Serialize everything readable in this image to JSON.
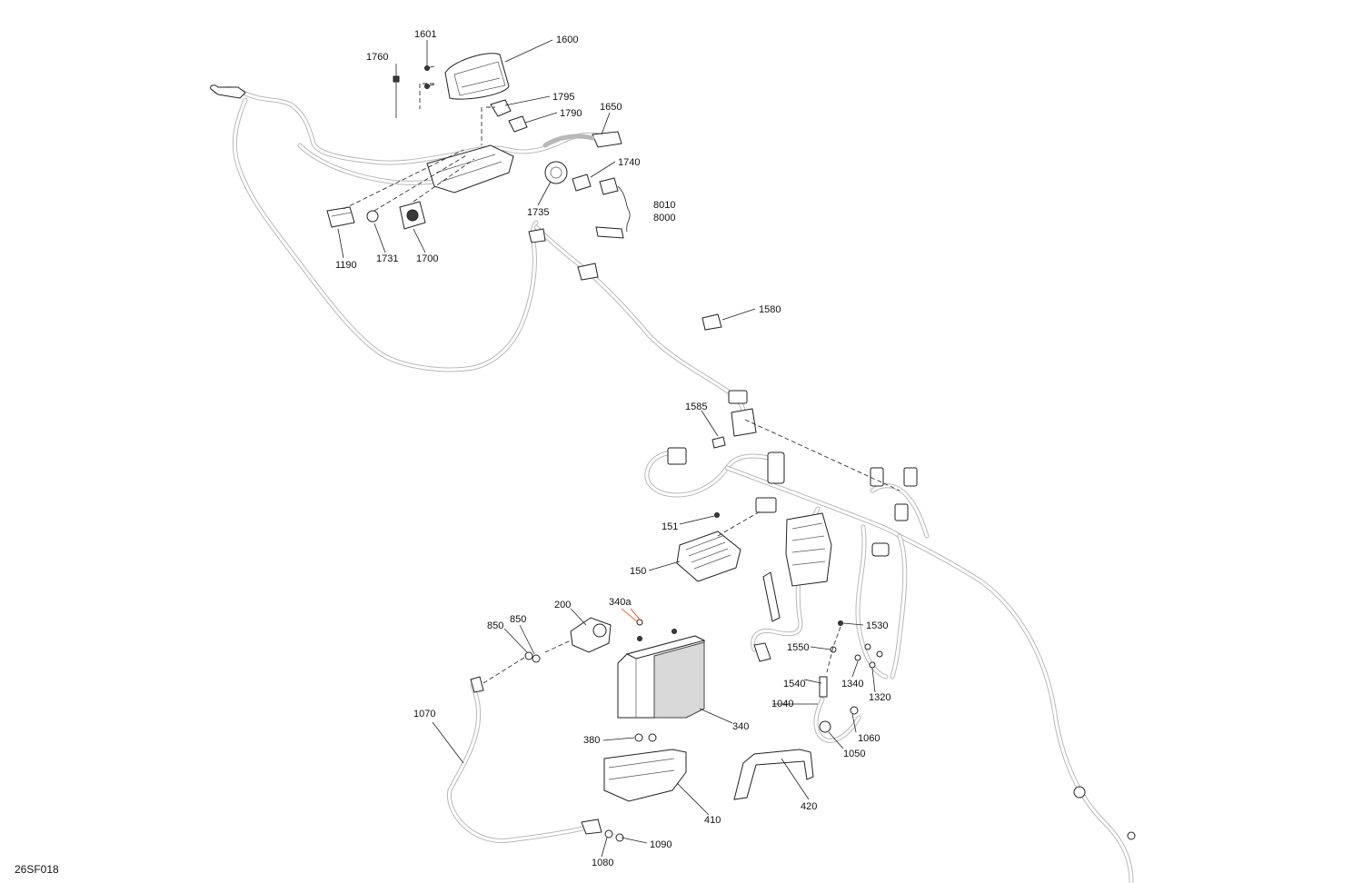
{
  "diagram": {
    "drawing_code": "26SF018",
    "callouts": [
      {
        "id": "c1601",
        "text": "1601"
      },
      {
        "id": "c1600",
        "text": "1600"
      },
      {
        "id": "c1760",
        "text": "1760"
      },
      {
        "id": "c1795",
        "text": "1795"
      },
      {
        "id": "c1790",
        "text": "1790"
      },
      {
        "id": "c1650",
        "text": "1650"
      },
      {
        "id": "c1740",
        "text": "1740"
      },
      {
        "id": "c8010",
        "text": "8010"
      },
      {
        "id": "c8000",
        "text": "8000"
      },
      {
        "id": "c1735",
        "text": "1735"
      },
      {
        "id": "c1190",
        "text": "1190"
      },
      {
        "id": "c1731",
        "text": "1731"
      },
      {
        "id": "c1700",
        "text": "1700"
      },
      {
        "id": "c1580",
        "text": "1580"
      },
      {
        "id": "c1585",
        "text": "1585"
      },
      {
        "id": "c151",
        "text": "151"
      },
      {
        "id": "c150",
        "text": "150"
      },
      {
        "id": "c200",
        "text": "200"
      },
      {
        "id": "c340a",
        "text": "340a"
      },
      {
        "id": "c850a",
        "text": "850"
      },
      {
        "id": "c850b",
        "text": "850"
      },
      {
        "id": "c1530",
        "text": "1530"
      },
      {
        "id": "c1550",
        "text": "1550"
      },
      {
        "id": "c1540",
        "text": "1540"
      },
      {
        "id": "c1340",
        "text": "1340"
      },
      {
        "id": "c1320",
        "text": "1320"
      },
      {
        "id": "c1040",
        "text": "1040"
      },
      {
        "id": "c1060",
        "text": "1060"
      },
      {
        "id": "c1050",
        "text": "1050"
      },
      {
        "id": "c1070",
        "text": "1070"
      },
      {
        "id": "c340",
        "text": "340"
      },
      {
        "id": "c380",
        "text": "380"
      },
      {
        "id": "c420",
        "text": "420"
      },
      {
        "id": "c410",
        "text": "410"
      },
      {
        "id": "c1090",
        "text": "1090"
      },
      {
        "id": "c1080",
        "text": "1080"
      }
    ],
    "colors": {
      "line": "#222222",
      "harness": "#b8b8b8",
      "highlight_leader": "#e8643c",
      "battery_shade": "#d9d9d9"
    }
  }
}
